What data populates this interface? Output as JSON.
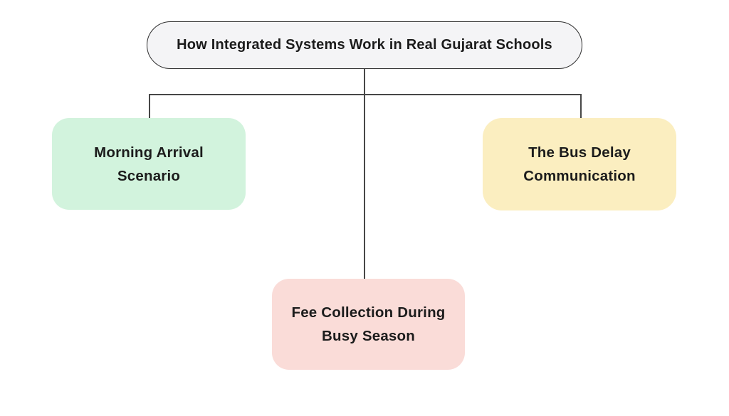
{
  "page": {
    "background": "#ffffff"
  },
  "diagram": {
    "connector_color": "#474747",
    "text_color": "#1c1c1c",
    "root": {
      "label": "How Integrated Systems Work in Real Gujarat Schools",
      "fill": "#f4f4f6",
      "border_color": "#2f2f2f"
    },
    "nodes": [
      {
        "id": "morning-arrival-scenario",
        "line1": "Morning Arrival",
        "line2": "Scenario",
        "fill": "#d2f3dd"
      },
      {
        "id": "bus-delay-communication",
        "line1": "The Bus Delay",
        "line2": "Communication",
        "fill": "#fbeec0"
      },
      {
        "id": "fee-collection-busy-season",
        "line1": "Fee Collection During",
        "line2": "Busy Season",
        "fill": "#fadcd8"
      }
    ]
  }
}
